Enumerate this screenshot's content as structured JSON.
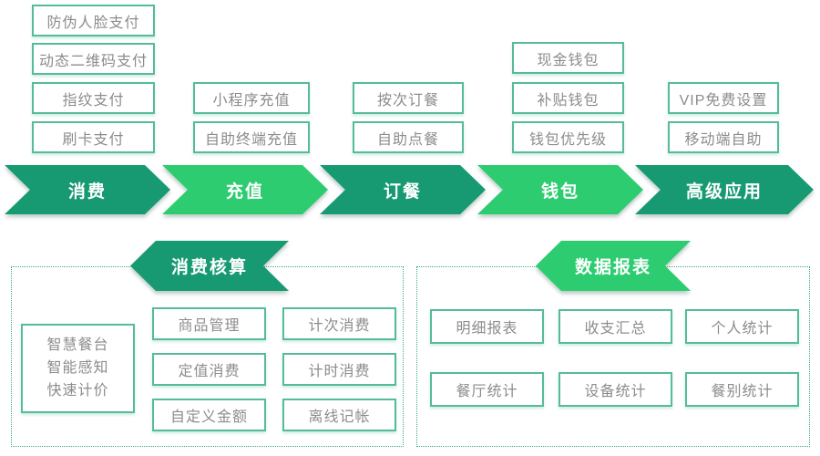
{
  "palette": {
    "dark_green": "#179a72",
    "bright_green": "#2ecc71",
    "box_border": "#55bb9b",
    "box_text": "#8c8c8c",
    "dashed_border": "#3aa98a",
    "arrow_text": "#ffffff"
  },
  "top_features": {
    "consume": [
      "防伪人脸支付",
      "动态二维码支付",
      "指纹支付",
      "刷卡支付"
    ],
    "recharge": [
      "小程序充值",
      "自助终端充值"
    ],
    "order": [
      "按次订餐",
      "自助点餐"
    ],
    "wallet": [
      "现金钱包",
      "补贴钱包",
      "钱包优先级"
    ],
    "advanced": [
      "VIP免费设置",
      "移动端自助"
    ]
  },
  "flow_steps": [
    {
      "label": "消费"
    },
    {
      "label": "充值"
    },
    {
      "label": "订餐"
    },
    {
      "label": "钱包"
    },
    {
      "label": "高级应用"
    }
  ],
  "sections": {
    "left": {
      "title": "消费核算",
      "side_box_lines": [
        "智慧餐台",
        "智能感知",
        "快速计价"
      ],
      "grid_col1": [
        "商品管理",
        "定值消费",
        "自定义金额"
      ],
      "grid_col2": [
        "计次消费",
        "计时消费",
        "离线记帐"
      ]
    },
    "right": {
      "title": "数据报表",
      "grid_row1": [
        "明细报表",
        "收支汇总",
        "个人统计"
      ],
      "grid_row2": [
        "餐厅统计",
        "设备统计",
        "餐别统计"
      ]
    }
  }
}
